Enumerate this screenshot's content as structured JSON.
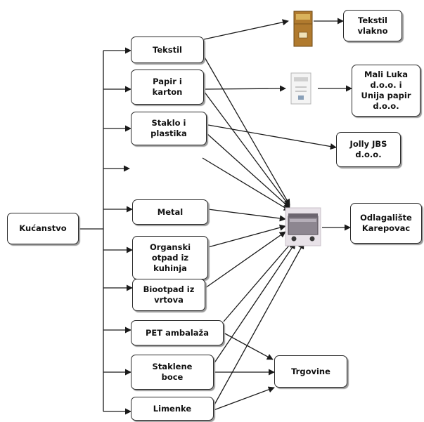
{
  "source": "Kućanstvo",
  "categories": {
    "tekstil": "Tekstil",
    "papir": "Papir i\nkarton",
    "staklo_plastika": "Staklo i\nplastika",
    "metal": "Metal",
    "organski": "Organski\notpad iz\nkuhinja",
    "biootpad": "Biootpad iz\nvrtova",
    "pet": "PET ambalaža",
    "staklene_boce": "Staklene\nboce",
    "limenke": "Limenke"
  },
  "destinations": {
    "tekstil_vlakno": "Tekstil\nvlakno",
    "mali_luka": "Mali Luka\nd.o.o. i\nUnija papir\nd.o.o.",
    "jolly": "Jolly JBS\nd.o.o.",
    "odlagaliste": "Odlagalište\nKarepovac",
    "trgovine": "Trgovine"
  },
  "icons": {
    "textile_container": "textile-collection-container-icon",
    "paper_bin": "paper-bin-icon",
    "landfill": "landfill-container-icon"
  },
  "colors": {
    "stroke": "#1a1a1a",
    "box_border": "#2a2a2a",
    "shadow": "#9a9a9a",
    "textile_container": "#b07a2e"
  }
}
